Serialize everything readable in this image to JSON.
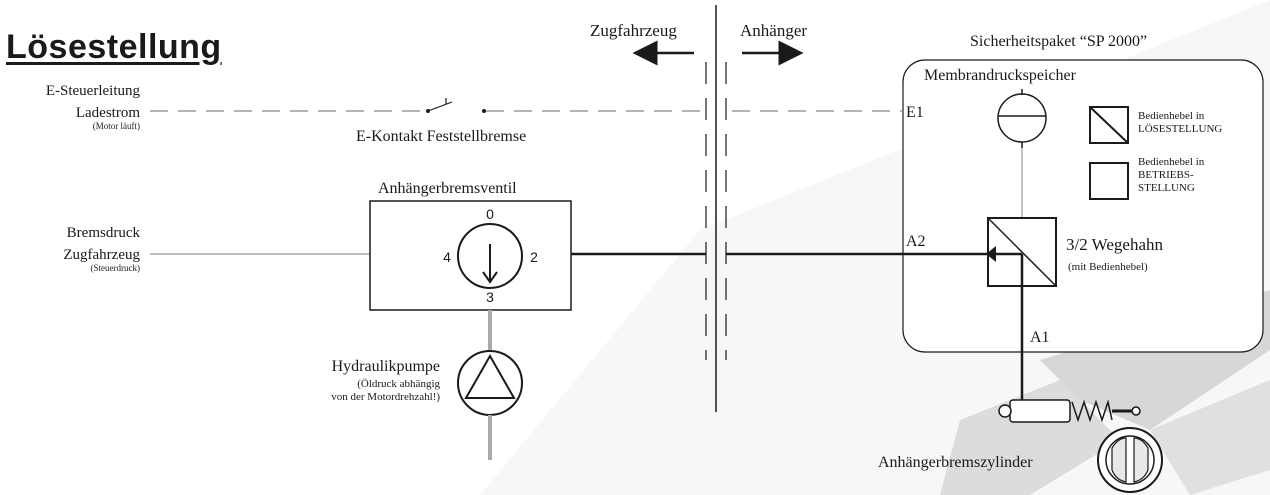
{
  "title": "Lösestellung",
  "direction": {
    "left": "Zugfahrzeug",
    "right": "Anhänger"
  },
  "package": {
    "title": "Sicherheitspaket “SP 2000”",
    "accumulator": "Membrandruckspeicher"
  },
  "left_labels": {
    "control_line": "E-Steuerleitung",
    "charge_current": "Ladestrom",
    "motor_running": "(Motor läuft)",
    "brake_pressure": "Bremsdruck",
    "tractor": "Zugfahrzeug",
    "control_pressure": "(Steuerdruck)"
  },
  "switch_label": "E-Kontakt Feststellbremse",
  "valve": {
    "title": "Anhängerbremsventil",
    "port_top": "0",
    "port_left": "4",
    "port_right": "2",
    "port_bottom": "3"
  },
  "pump": {
    "title": "Hydraulikpumpe",
    "note_line1": "(Öldruck abhängig",
    "note_line2": "von der Motordrehzahl!)"
  },
  "legend": {
    "release_line1": "Bedienhebel in",
    "release_line2": "LÖSESTELLUNG",
    "operate_line1": "Bedienhebel in",
    "operate_line2": "BETRIEBS-",
    "operate_line3": "STELLUNG"
  },
  "ports": {
    "e1": "E1",
    "a2": "A2",
    "a1": "A1"
  },
  "way_valve": {
    "title": "3/2 Wegehahn",
    "note": "(mit Bedienhebel)"
  },
  "cylinder": "Anhängerbremszylinder"
}
